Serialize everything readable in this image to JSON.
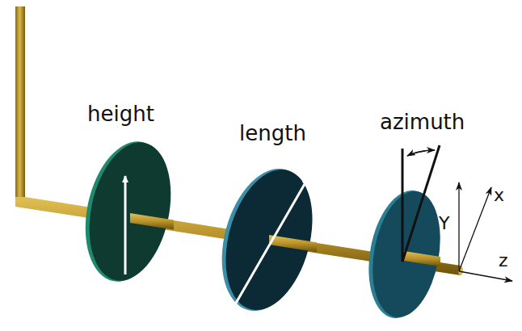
{
  "diagram": {
    "labels": [
      "height",
      "length",
      "azimuth",
      "Y",
      "x",
      "z"
    ]
  }
}
